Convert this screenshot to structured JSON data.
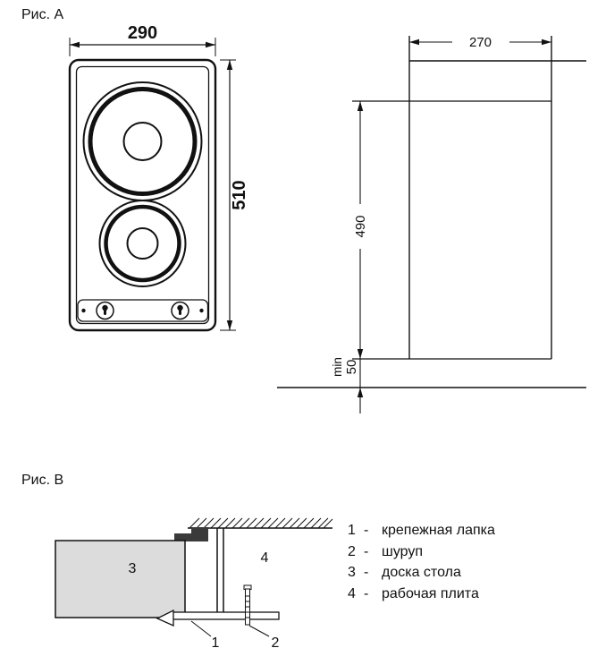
{
  "figure_a": {
    "label": "Рис. A",
    "hob_width": "290",
    "hob_height": "510",
    "cutout_width": "270",
    "cutout_depth": "490",
    "clearance_min": "min",
    "clearance_value": "50"
  },
  "figure_b": {
    "label": "Рис. B",
    "part_labels": {
      "p1": "1",
      "p2": "2",
      "p3": "3",
      "p4": "4"
    },
    "legend": [
      {
        "num": "1",
        "dash": "-",
        "name": "крепежная лапка"
      },
      {
        "num": "2",
        "dash": "-",
        "name": "шуруп"
      },
      {
        "num": "3",
        "dash": "-",
        "name": "доска стола"
      },
      {
        "num": "4",
        "dash": "-",
        "name": "рабочая плита"
      }
    ]
  },
  "colors": {
    "line": "#111111",
    "board_fill": "#dcdcdc",
    "rim_fill": "#3a3a3a"
  }
}
